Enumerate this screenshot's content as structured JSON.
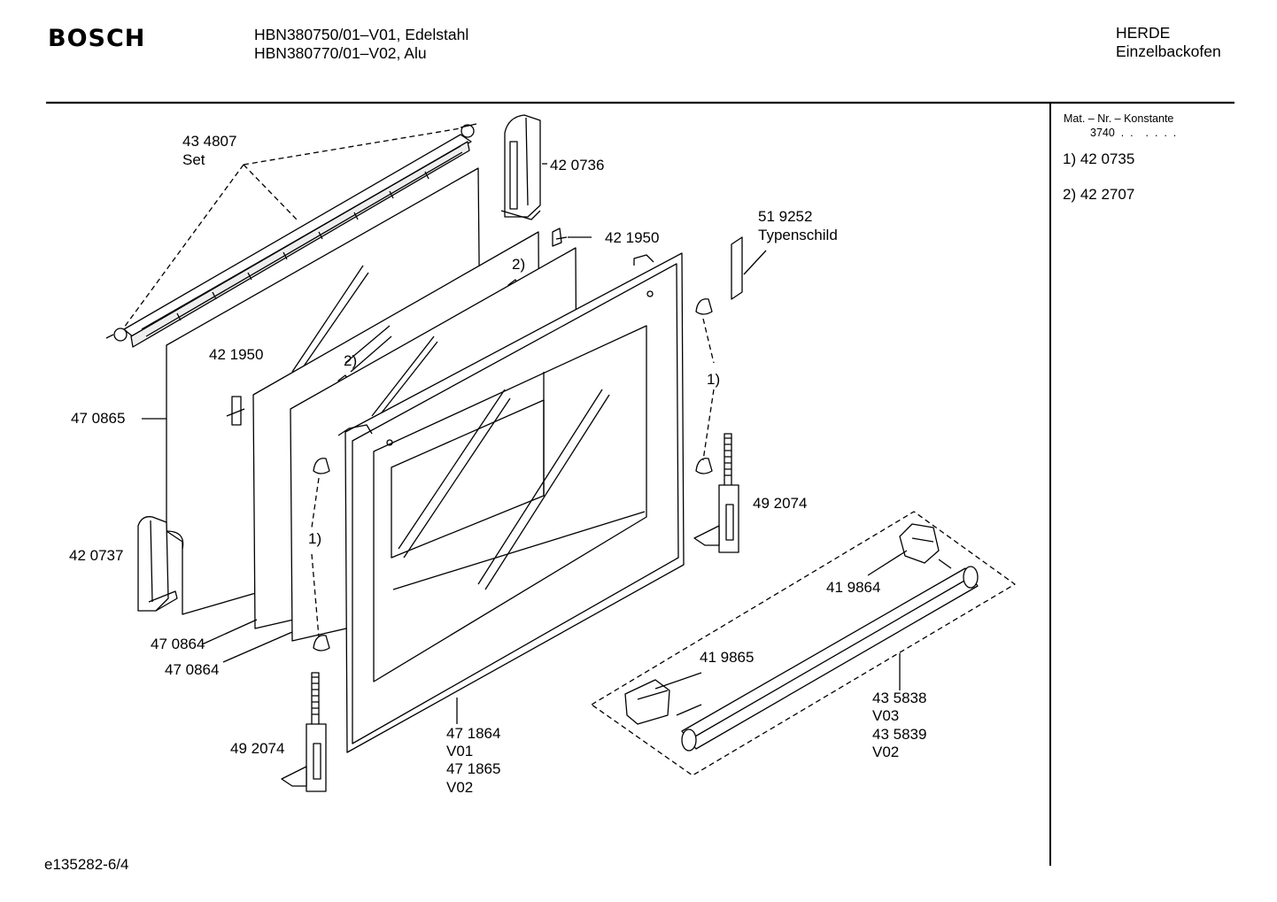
{
  "header": {
    "brand": "BOSCH",
    "models": [
      "HBN380750/01–V01, Edelstahl",
      "HBN380770/01–V02, Alu"
    ],
    "category": [
      "HERDE",
      "Einzelbackofen"
    ]
  },
  "legend": {
    "heading": "Mat. – Nr. – Konstante",
    "constant": "3740  .  .    .  .  .  .",
    "notes": [
      "1) 42 0735",
      "2) 42 2707"
    ]
  },
  "parts": [
    {
      "id": "p434807",
      "lines": [
        "43 4807",
        "Set"
      ]
    },
    {
      "id": "p420736",
      "lines": [
        "42 0736"
      ]
    },
    {
      "id": "p421950a",
      "lines": [
        "42 1950"
      ]
    },
    {
      "id": "p519252",
      "lines": [
        "51 9252",
        "Typenschild"
      ]
    },
    {
      "id": "p421950b",
      "lines": [
        "42 1950"
      ]
    },
    {
      "id": "p470865",
      "lines": [
        "47 0865"
      ]
    },
    {
      "id": "p420737",
      "lines": [
        "42 0737"
      ]
    },
    {
      "id": "p470864a",
      "lines": [
        "47 0864"
      ]
    },
    {
      "id": "p470864b",
      "lines": [
        "47 0864"
      ]
    },
    {
      "id": "p492074a",
      "lines": [
        "49 2074"
      ]
    },
    {
      "id": "p492074b",
      "lines": [
        "49 2074"
      ]
    },
    {
      "id": "p419864",
      "lines": [
        "41 9864"
      ]
    },
    {
      "id": "p419865",
      "lines": [
        "41 9865"
      ]
    },
    {
      "id": "p471864",
      "lines": [
        "47 1864",
        "V01",
        "47 1865",
        "V02"
      ]
    },
    {
      "id": "p435838",
      "lines": [
        "43 5838",
        "V03",
        "43 5839",
        "V02"
      ]
    }
  ],
  "callouts": [
    "2)",
    "2)",
    "1)",
    "1)"
  ],
  "footer": {
    "code": "e135282-6/4"
  }
}
